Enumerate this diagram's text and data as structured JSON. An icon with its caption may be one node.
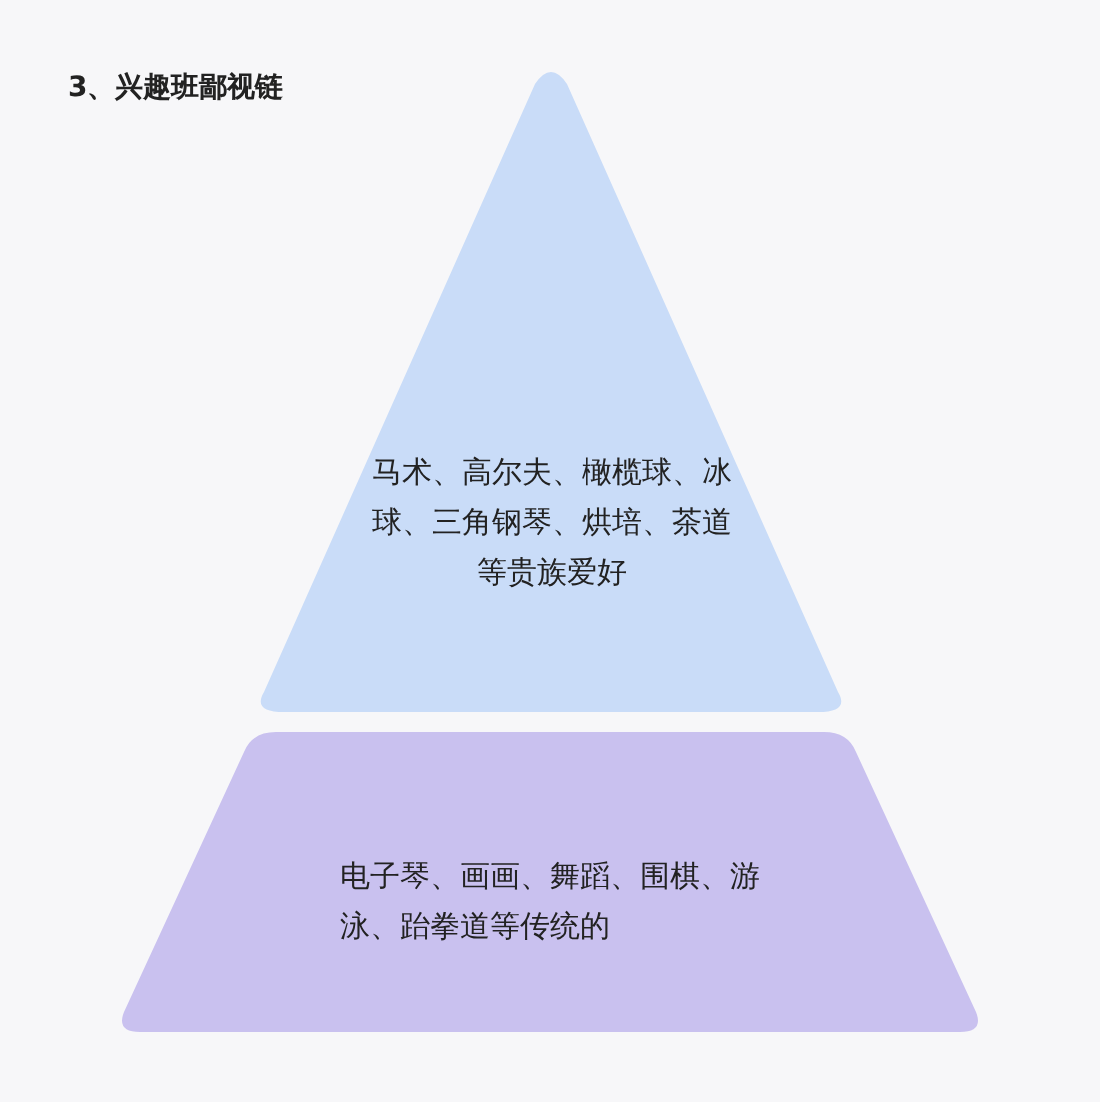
{
  "diagram": {
    "title": "3、兴趣班鄙视链",
    "nodes": [
      {
        "text": [
          "马术、高尔夫、橄榄球、冰球、三角钢琴、烘培、茶道等贵族爱好"
        ]
      },
      {
        "text": [
          "电子琴、画画、舞蹈、围棋、游泳、跆拳道等传统的"
        ]
      }
    ]
  }
}
